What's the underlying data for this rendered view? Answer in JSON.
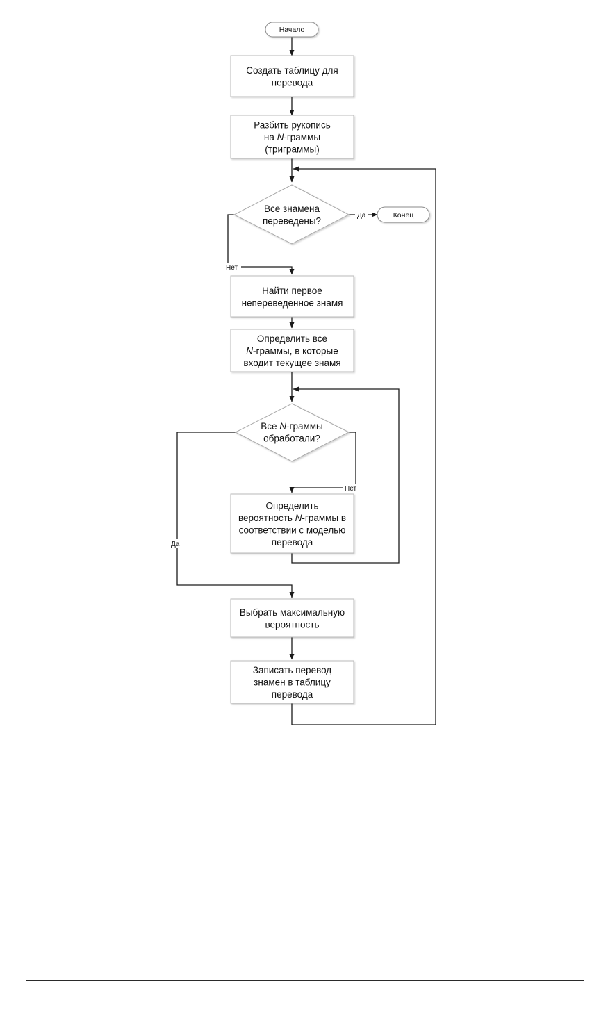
{
  "flowchart": {
    "start": "Начало",
    "end": "Конец",
    "create_table": [
      "Создать таблицу для",
      "перевода"
    ],
    "split_manuscript": [
      [
        {
          "t": "Разбить рукопись"
        }
      ],
      [
        {
          "t": "на "
        },
        {
          "t": "N",
          "i": true
        },
        {
          "t": "-граммы"
        }
      ],
      [
        {
          "t": "(триграммы)"
        }
      ]
    ],
    "all_translated": [
      "Все знамена",
      "переведены?"
    ],
    "find_first": [
      "Найти первое",
      "непереведенное знамя"
    ],
    "find_ngrams": [
      [
        {
          "t": "Определить все"
        }
      ],
      [
        {
          "t": "N",
          "i": true
        },
        {
          "t": "-граммы, в которые"
        }
      ],
      [
        {
          "t": "входит текущее знамя"
        }
      ]
    ],
    "all_processed": [
      [
        {
          "t": "Все "
        },
        {
          "t": "N",
          "i": true
        },
        {
          "t": "-граммы"
        }
      ],
      [
        {
          "t": "обработали?"
        }
      ]
    ],
    "probability": [
      [
        {
          "t": "Определить"
        }
      ],
      [
        {
          "t": "вероятность "
        },
        {
          "t": "N",
          "i": true
        },
        {
          "t": "-граммы в"
        }
      ],
      [
        {
          "t": "соответствии с моделью"
        }
      ],
      [
        {
          "t": "перевода"
        }
      ]
    ],
    "choose_max": [
      "Выбрать максимальную",
      "вероятность"
    ],
    "write_translation": [
      "Записать перевод",
      "знамен в таблицу",
      "перевода"
    ],
    "label_yes_1": "Да",
    "label_no_1": "Нет",
    "label_no_2": "Нет",
    "label_yes_2": "Да"
  }
}
